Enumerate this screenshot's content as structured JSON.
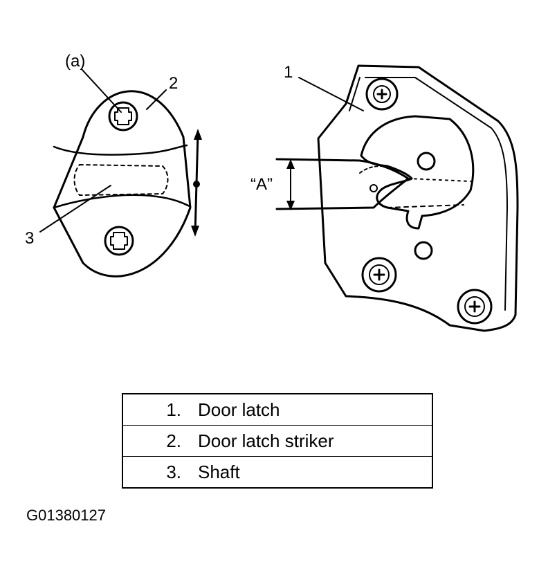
{
  "labels": {
    "a": "(a)",
    "two": "2",
    "three": "3",
    "one": "1",
    "dimA": "“A”"
  },
  "legend": [
    {
      "num": "1.",
      "text": "Door latch"
    },
    {
      "num": "2.",
      "text": "Door latch striker"
    },
    {
      "num": "3.",
      "text": "Shaft"
    }
  ],
  "figure_code": "G01380127"
}
